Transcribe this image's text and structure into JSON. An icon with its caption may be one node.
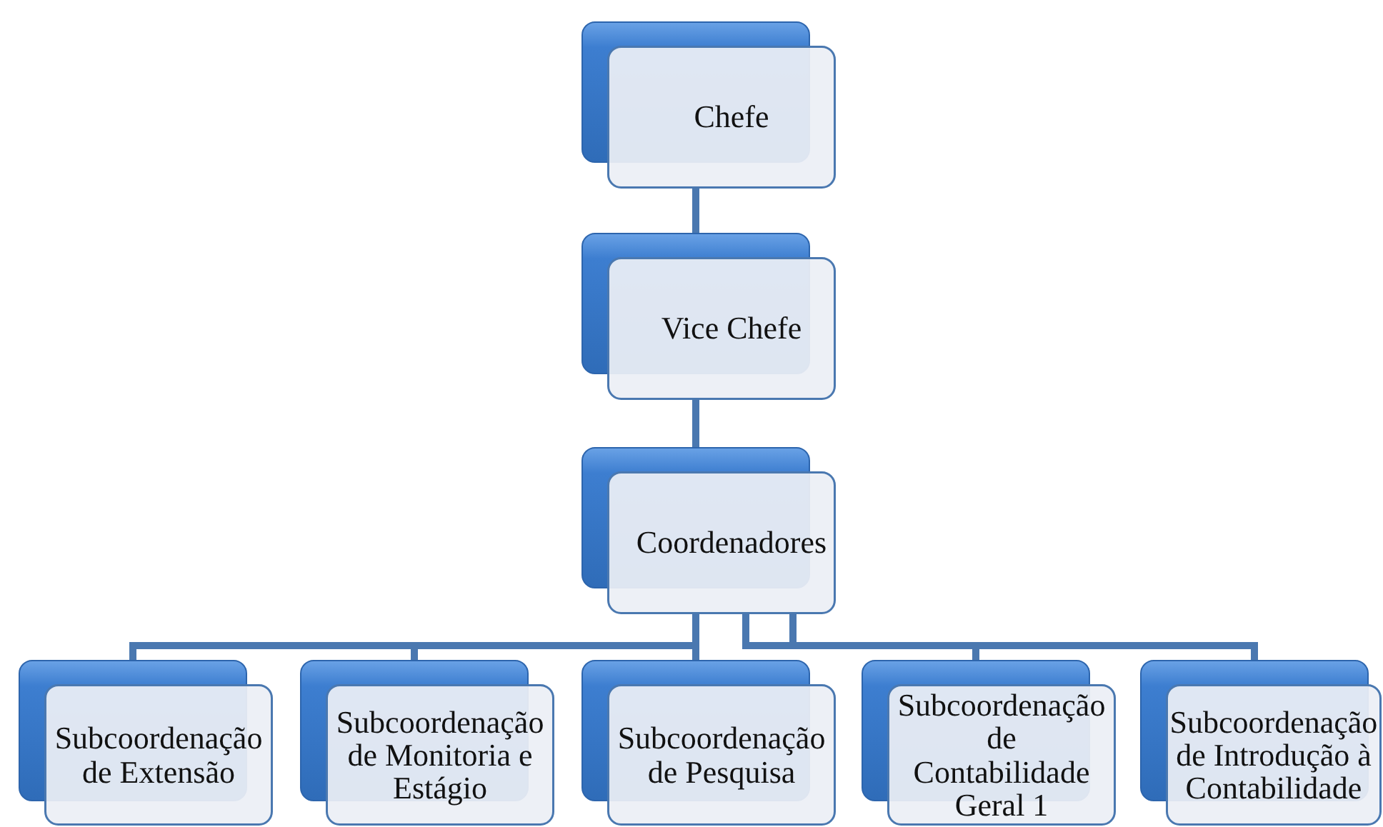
{
  "diagram": {
    "nodes": [
      {
        "text": [
          "Chefe"
        ]
      },
      {
        "text": [
          "Vice Chefe"
        ]
      },
      {
        "text": [
          "Coordenadores"
        ]
      },
      {
        "text": [
          "Subcoordenação de Extensão"
        ]
      },
      {
        "text": [
          "Subcoordenação de Monitoria e Estágio"
        ]
      },
      {
        "text": [
          "Subcoordenação de Pesquisa"
        ]
      },
      {
        "text": [
          "Subcoordenação de Contabilidade Geral 1"
        ]
      },
      {
        "text": [
          "Subcoordenação de Introdução à Contabilidade"
        ]
      }
    ],
    "edges": [
      {
        "from": 0,
        "to": 1,
        "arrow": "none"
      },
      {
        "from": 1,
        "to": 2,
        "arrow": "none"
      },
      {
        "from": 2,
        "to": 3,
        "arrow": "none"
      },
      {
        "from": 2,
        "to": 4,
        "arrow": "none"
      },
      {
        "from": 2,
        "to": 5,
        "arrow": "none"
      },
      {
        "from": 2,
        "to": 6,
        "arrow": "none"
      },
      {
        "from": 2,
        "to": 7,
        "arrow": "none"
      }
    ]
  }
}
